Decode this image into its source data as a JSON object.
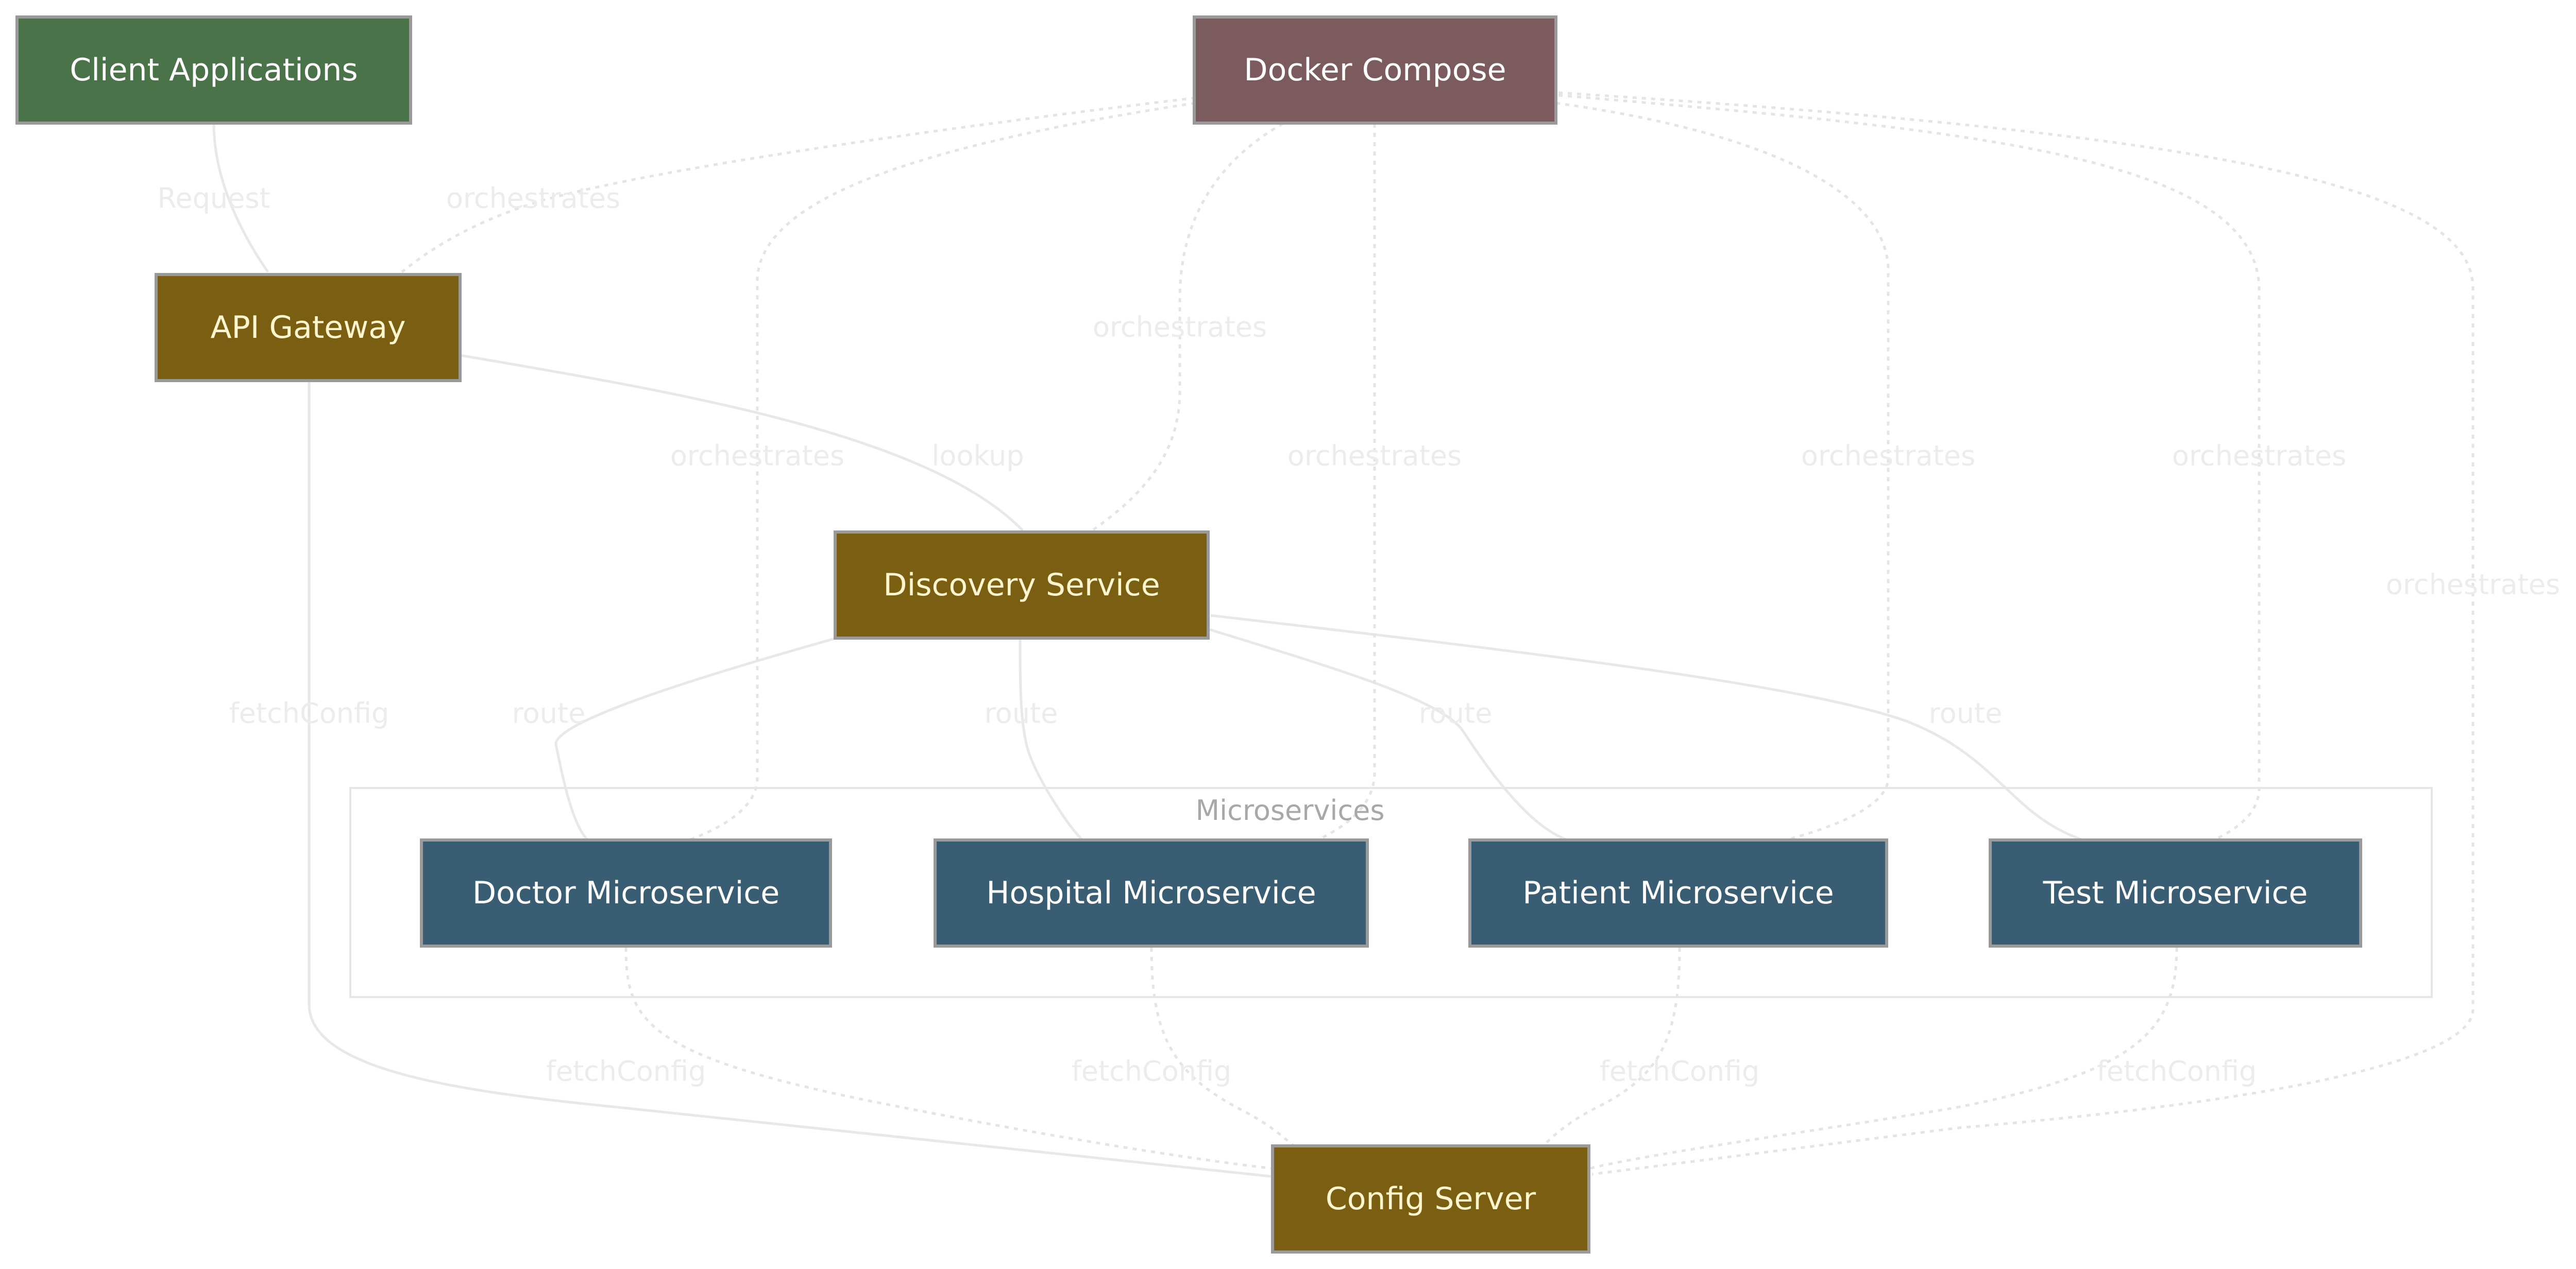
{
  "nodes": {
    "client_applications": "Client Applications",
    "docker_compose": "Docker Compose",
    "api_gateway": "API Gateway",
    "discovery_service": "Discovery Service",
    "config_server": "Config Server",
    "doctor_microservice": "Doctor Microservice",
    "hospital_microservice": "Hospital Microservice",
    "patient_microservice": "Patient Microservice",
    "test_microservice": "Test Microservice"
  },
  "cluster": {
    "title": "Microservices"
  },
  "edge_labels": {
    "request": "Request",
    "lookup": "lookup",
    "route": "route",
    "fetch_config": "fetchConfig",
    "orchestrates": "orchestrates"
  },
  "colors": {
    "client_node": "#4a734a",
    "docker_node": "#7c5b5e",
    "infrastructure_node": "#7a5f12",
    "microservice_node": "#395e74"
  }
}
